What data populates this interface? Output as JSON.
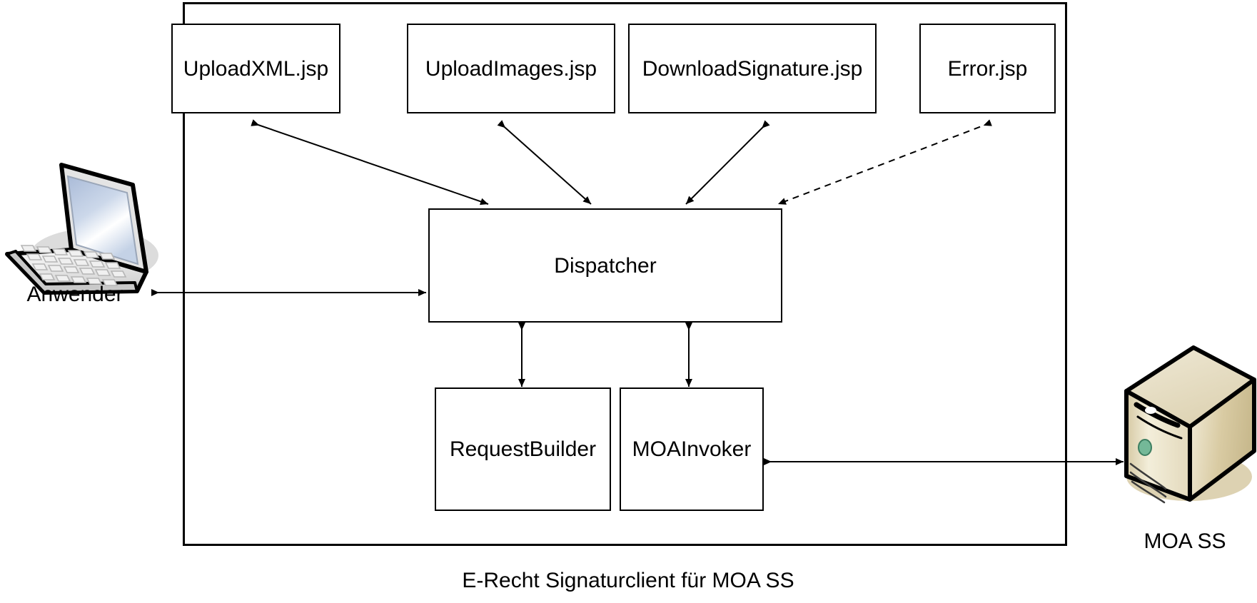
{
  "diagram": {
    "title": "E-Recht Signaturclient für MOA SS",
    "caption": "E-Recht Signaturclient für MOA SS",
    "colors": {
      "stroke": "#000000",
      "box_fill": "#ffffff",
      "page_bg": "#ffffff",
      "laptop_screen_top": "#b9c8e0",
      "laptop_screen_bottom": "#ffffff",
      "laptop_body": "#e8e8e8",
      "shadow": "#dcdcdc",
      "server_light": "#f2ecd9",
      "server_mid": "#d8cba6",
      "server_dark": "#c9b98e",
      "server_led": "#74b898"
    },
    "nodes": [
      {
        "id": "uploadxml",
        "label": "UploadXML.jsp"
      },
      {
        "id": "uploadimages",
        "label": "UploadImages.jsp"
      },
      {
        "id": "downloadsignature",
        "label": "DownloadSignature.jsp"
      },
      {
        "id": "error",
        "label": "Error.jsp"
      },
      {
        "id": "dispatcher",
        "label": "Dispatcher"
      },
      {
        "id": "requestbuilder",
        "label": "RequestBuilder"
      },
      {
        "id": "moainvoker",
        "label": "MOAInvoker"
      }
    ],
    "actors": [
      {
        "id": "anwender",
        "label": "Anwender",
        "icon": "laptop-icon"
      },
      {
        "id": "moass",
        "label": "MOA SS",
        "icon": "server-icon"
      }
    ],
    "connections": [
      {
        "from": "uploadxml",
        "to": "dispatcher",
        "style": "solid",
        "arrows": "both"
      },
      {
        "from": "uploadimages",
        "to": "dispatcher",
        "style": "solid",
        "arrows": "both"
      },
      {
        "from": "downloadsignature",
        "to": "dispatcher",
        "style": "solid",
        "arrows": "both"
      },
      {
        "from": "error",
        "to": "dispatcher",
        "style": "dashed",
        "arrows": "both"
      },
      {
        "from": "anwender",
        "to": "dispatcher",
        "style": "solid",
        "arrows": "both"
      },
      {
        "from": "dispatcher",
        "to": "requestbuilder",
        "style": "solid",
        "arrows": "both"
      },
      {
        "from": "dispatcher",
        "to": "moainvoker",
        "style": "solid",
        "arrows": "both"
      },
      {
        "from": "moainvoker",
        "to": "moass",
        "style": "solid",
        "arrows": "both"
      }
    ]
  }
}
